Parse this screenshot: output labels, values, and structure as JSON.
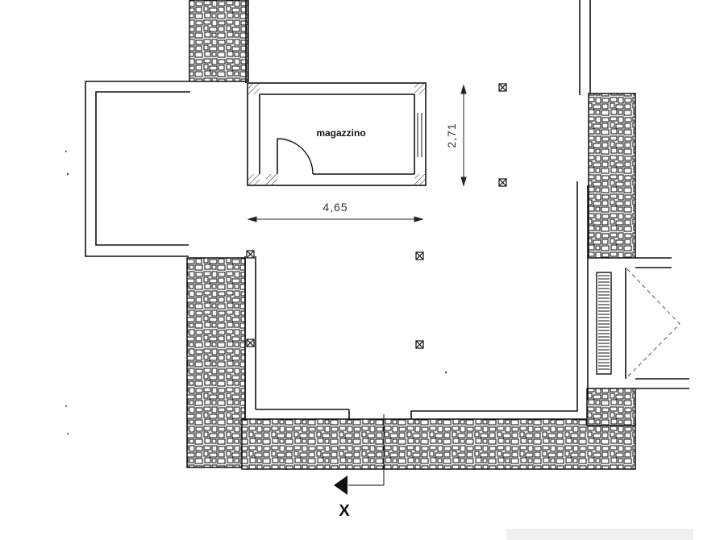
{
  "plan": {
    "room_label": "magazzino",
    "dimension_horizontal": "4,65",
    "dimension_vertical": "2,71",
    "section_marker": "X"
  }
}
